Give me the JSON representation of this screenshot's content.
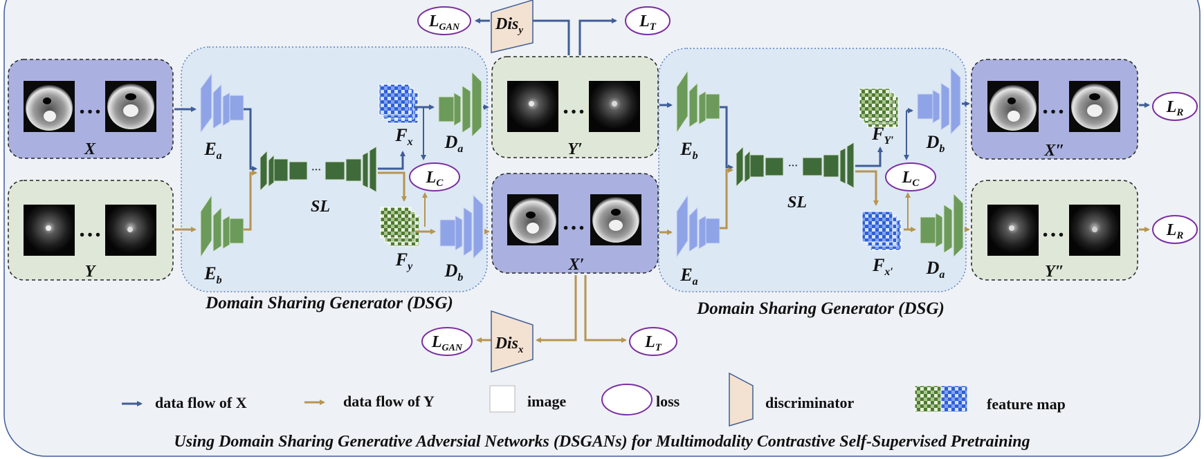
{
  "colors": {
    "flow_x": "#3f5d96",
    "flow_y": "#b59550",
    "panel_bg": "#eef1f5",
    "dsg_bg": "#dce8f4",
    "x_box": "#aab1e0",
    "y_box": "#dfe8d8",
    "disc_fill": "#f3e1d1",
    "loss_stroke": "#7a2fa0",
    "enc_blue": "#8fa4e6",
    "enc_green": "#6c9a5a"
  },
  "images": {
    "x_label": "X",
    "y_label": "Y",
    "y_prime_label": "Y′",
    "x_prime_label": "X′",
    "x_dprime_label": "X″",
    "y_dprime_label": "Y″",
    "ellipsis": "…"
  },
  "dsg1": {
    "ea": {
      "main": "E",
      "sub": "a"
    },
    "eb": {
      "main": "E",
      "sub": "b"
    },
    "sl": "SL",
    "sl_dots": "···",
    "fx": {
      "main": "F",
      "sub": "x"
    },
    "fy": {
      "main": "F",
      "sub": "y"
    },
    "da": {
      "main": "D",
      "sub": "a"
    },
    "db": {
      "main": "D",
      "sub": "b"
    },
    "caption": "Domain Sharing Generator (DSG)"
  },
  "dsg2": {
    "eb": {
      "main": "E",
      "sub": "b"
    },
    "ea": {
      "main": "E",
      "sub": "a"
    },
    "sl": "SL",
    "sl_dots": "···",
    "fyp": {
      "main": "F",
      "sub": "Y′"
    },
    "fxp": {
      "main": "F",
      "sub": "x′"
    },
    "db": {
      "main": "D",
      "sub": "b"
    },
    "da": {
      "main": "D",
      "sub": "a"
    },
    "caption": "Domain Sharing Generator (DSG)"
  },
  "losses": {
    "gan_top": {
      "main": "L",
      "sub": "GAN"
    },
    "t_top": {
      "main": "L",
      "sub": "T"
    },
    "c1": {
      "main": "L",
      "sub": "C"
    },
    "c2": {
      "main": "L",
      "sub": "C"
    },
    "r1": {
      "main": "L",
      "sub": "R"
    },
    "r2": {
      "main": "L",
      "sub": "R"
    },
    "gan_bottom": {
      "main": "L",
      "sub": "GAN"
    },
    "t_bottom": {
      "main": "L",
      "sub": "T"
    }
  },
  "discriminators": {
    "top": {
      "main": "Dis",
      "sub": "y"
    },
    "bottom": {
      "main": "Dis",
      "sub": "x"
    }
  },
  "legend": {
    "flow_x": "data flow of X",
    "flow_y": "data flow of Y",
    "image": "image",
    "loss": "loss",
    "discriminator": "discriminator",
    "feature_map": "feature map"
  },
  "caption": "Using Domain Sharing Generative Adversial Networks (DSGANs) for Multimodality Contrastive Self-Supervised Pretraining"
}
